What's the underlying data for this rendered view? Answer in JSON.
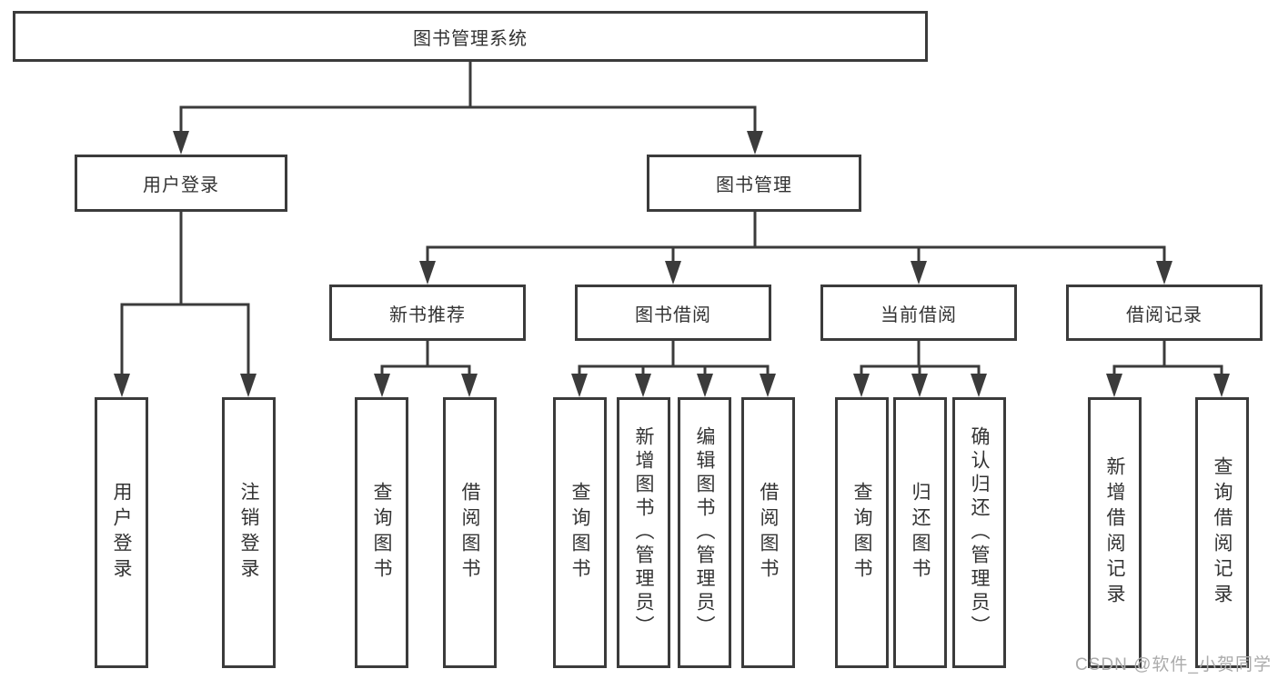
{
  "diagram": {
    "title": "图书管理系统",
    "colors": {
      "background": "#ffffff",
      "line": "#3b3b3b",
      "box_border": "#3b3b3b",
      "box_fill": "#ffffff",
      "text": "#333333",
      "watermark": "#ababab"
    },
    "nodes": {
      "root": {
        "label": "图书管理系统"
      },
      "user_login": {
        "label": "用户登录"
      },
      "book_mgmt": {
        "label": "图书管理"
      },
      "new_book_rec": {
        "label": "新书推荐"
      },
      "book_borrow": {
        "label": "图书借阅"
      },
      "current_borrow": {
        "label": "当前借阅"
      },
      "borrow_records": {
        "label": "借阅记录"
      },
      "leaf_user_login": {
        "label": "用户登录"
      },
      "leaf_logout": {
        "label": "注销登录"
      },
      "leaf_query_book_rec": {
        "label": "查询图书"
      },
      "leaf_borrow_book_rec": {
        "label": "借阅图书"
      },
      "leaf_query_book_borrow": {
        "label": "查询图书"
      },
      "leaf_add_book": {
        "label": "新增图书（管理员）"
      },
      "leaf_edit_book": {
        "label": "编辑图书（管理员）"
      },
      "leaf_borrow_book": {
        "label": "借阅图书"
      },
      "leaf_query_book_current": {
        "label": "查询图书"
      },
      "leaf_return_book": {
        "label": "归还图书"
      },
      "leaf_confirm_return": {
        "label": "确认归还（管理员）"
      },
      "leaf_add_record": {
        "label": "新增借阅记录"
      },
      "leaf_query_record": {
        "label": "查询借阅记录"
      }
    },
    "watermark": "CSDN @软件_小贺同学"
  }
}
